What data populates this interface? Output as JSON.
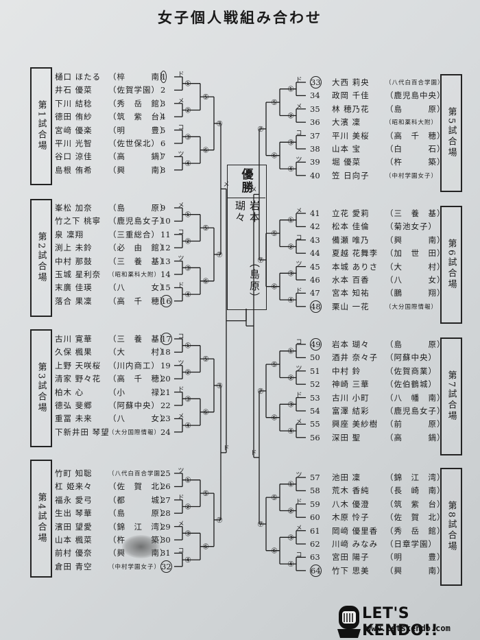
{
  "title": "女子個人戦組み合わせ",
  "venues": [
    "第1試合場",
    "第2試合場",
    "第3試合場",
    "第4試合場",
    "第5試合場",
    "第6試合場",
    "第7試合場",
    "第8試合場"
  ],
  "winner": {
    "label": "優勝",
    "name": "岩本　瑚々",
    "team": "（島原）"
  },
  "left": [
    {
      "no": "1",
      "name": "樋口 ほたる",
      "team": "（椊　　　南）",
      "circled": true
    },
    {
      "no": "2",
      "name": "井石 優菜",
      "team": "（佐賀学園）"
    },
    {
      "no": "3",
      "name": "下川 結稔",
      "team": "（秀　岳　館）"
    },
    {
      "no": "4",
      "name": "德田 侑紗",
      "team": "（筑　紫　台）"
    },
    {
      "no": "5",
      "name": "宮﨑 優楽",
      "team": "（明　　　豊）"
    },
    {
      "no": "6",
      "name": "平川 光智",
      "team": "（佐世保北）"
    },
    {
      "no": "7",
      "name": "谷口 涼佳",
      "team": "（高　　　鍋）"
    },
    {
      "no": "8",
      "name": "島根 侑希",
      "team": "（興　　　南）"
    },
    {
      "no": "9",
      "name": "峯松 加奈",
      "team": "（島　　　原）"
    },
    {
      "no": "10",
      "name": "竹之下 桃寧",
      "team": "（鹿児島女子）"
    },
    {
      "no": "11",
      "name": "泉 凜翔",
      "team": "（三重総合）"
    },
    {
      "no": "12",
      "name": "渕上 未鈴",
      "team": "（必　由　館）"
    },
    {
      "no": "13",
      "name": "中村 那鼓",
      "team": "（三　養　基）"
    },
    {
      "no": "14",
      "name": "玉城 星利奈",
      "team": "（昭和薬科大附）"
    },
    {
      "no": "15",
      "name": "末廣 佳瑛",
      "team": "（八　　　女）"
    },
    {
      "no": "16",
      "name": "落合 果凜",
      "team": "（高　千　穂）",
      "circled": true
    },
    {
      "no": "17",
      "name": "古川 寛華",
      "team": "（三　養　基）",
      "circled": true
    },
    {
      "no": "18",
      "name": "久保 楓果",
      "team": "（大　　　村）"
    },
    {
      "no": "19",
      "name": "上野 天咲桜",
      "team": "（川内商工）"
    },
    {
      "no": "20",
      "name": "清家 野々花",
      "team": "（高　千　穂）"
    },
    {
      "no": "21",
      "name": "柏木 心",
      "team": "（小　　　禄）"
    },
    {
      "no": "22",
      "name": "德弘 斐郷",
      "team": "（阿蘇中央）"
    },
    {
      "no": "23",
      "name": "重冨 未来",
      "team": "（八　　　女）"
    },
    {
      "no": "24",
      "name": "下新井田 琴望",
      "team": "（大分国際情報）"
    },
    {
      "no": "25",
      "name": "竹町 知聡",
      "team": "（八代白百合学園）"
    },
    {
      "no": "26",
      "name": "杠 姫来々",
      "team": "（佐　賀　北）"
    },
    {
      "no": "27",
      "name": "福永 愛弓",
      "team": "（都　　　城）"
    },
    {
      "no": "28",
      "name": "生出 琴華",
      "team": "（島　　　原）"
    },
    {
      "no": "29",
      "name": "濱田 望愛",
      "team": "（錦　江　湾）"
    },
    {
      "no": "30",
      "name": "山本 楓菜",
      "team": "（杵　　　築）"
    },
    {
      "no": "31",
      "name": "前村 優奈",
      "team": "（興　　　南）"
    },
    {
      "no": "32",
      "name": "倉田 青空",
      "team": "（中村学園女子）",
      "circled": true
    }
  ],
  "right": [
    {
      "no": "33",
      "name": "大西 莉央",
      "team": "（八代白百合学園）",
      "circled": true
    },
    {
      "no": "34",
      "name": "政岡 千佳",
      "team": "（鹿児島中央）"
    },
    {
      "no": "35",
      "name": "林 穂乃花",
      "team": "（島　　　原）"
    },
    {
      "no": "36",
      "name": "大濱 凜",
      "team": "（昭和薬科大附）"
    },
    {
      "no": "37",
      "name": "平川 美桜",
      "team": "（高　千　穂）"
    },
    {
      "no": "38",
      "name": "山本 宝",
      "team": "（白　　　石）"
    },
    {
      "no": "39",
      "name": "堀 優菜",
      "team": "（杵　　　築）"
    },
    {
      "no": "40",
      "name": "笠 日向子",
      "team": "（中村学園女子）"
    },
    {
      "no": "41",
      "name": "立花 愛莉",
      "team": "（三　養　基）"
    },
    {
      "no": "42",
      "name": "松本 佳倫",
      "team": "（菊池女子）"
    },
    {
      "no": "43",
      "name": "備瀬 唯乃",
      "team": "（興　　　南）"
    },
    {
      "no": "44",
      "name": "夏越 花舞李",
      "team": "（加　世　田）"
    },
    {
      "no": "45",
      "name": "本城 ありさ",
      "team": "（大　　　村）"
    },
    {
      "no": "46",
      "name": "水本 百香",
      "team": "（八　　　女）"
    },
    {
      "no": "47",
      "name": "宮本 知祐",
      "team": "（鵬　　　翔）"
    },
    {
      "no": "48",
      "name": "栗山 一花",
      "team": "（大分国際情報）",
      "circled": true
    },
    {
      "no": "49",
      "name": "岩本 瑚々",
      "team": "（島　　　原）",
      "circled": true
    },
    {
      "no": "50",
      "name": "酒井 奈々子",
      "team": "（阿蘇中央）"
    },
    {
      "no": "51",
      "name": "中村 鈴",
      "team": "（佐賀商業）"
    },
    {
      "no": "52",
      "name": "神崎 三華",
      "team": "（佐伯鶴城）"
    },
    {
      "no": "53",
      "name": "古川 小町",
      "team": "（八　幡　南）"
    },
    {
      "no": "54",
      "name": "富澤 結彩",
      "team": "（鹿児島女子）"
    },
    {
      "no": "55",
      "name": "興座 美紗樹",
      "team": "（前　　　原）"
    },
    {
      "no": "56",
      "name": "深田 聖",
      "team": "（高　　　鍋）"
    },
    {
      "no": "57",
      "name": "池田 凜",
      "team": "（錦　江　湾）"
    },
    {
      "no": "58",
      "name": "荒木 香純",
      "team": "（長　崎　南）"
    },
    {
      "no": "59",
      "name": "八木 優澄",
      "team": "（筑　紫　台）"
    },
    {
      "no": "60",
      "name": "木原 怜子",
      "team": "（佐　賀　北）"
    },
    {
      "no": "61",
      "name": "岡﨑 優里香",
      "team": "（秀　岳　館）"
    },
    {
      "no": "62",
      "name": "川﨑 みなみ",
      "team": "（日章学園）"
    },
    {
      "no": "63",
      "name": "宮田 陽子",
      "team": "（明　　　豊）"
    },
    {
      "no": "64",
      "name": "竹下 思美",
      "team": "（興　　　南）",
      "circled": true
    }
  ],
  "marks": {
    "r1": [
      "①",
      "②",
      "③",
      "④"
    ],
    "r2": [
      "⑤",
      "⑥"
    ],
    "r3": "⑦",
    "ko": [
      "ド",
      "メ",
      "コ",
      "ツ"
    ]
  },
  "logo": {
    "text": "LET'S KENDO!!",
    "url": "www.letskendo.com"
  }
}
